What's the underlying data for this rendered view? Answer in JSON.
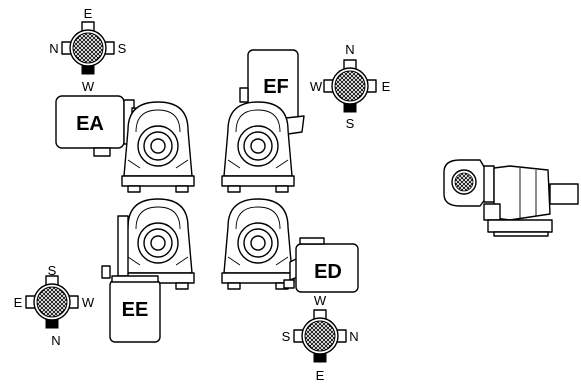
{
  "mounts": {
    "ea": {
      "code": "EA",
      "compass": {
        "top": "E",
        "left": "N",
        "right": "S",
        "bottom": "W"
      }
    },
    "ef": {
      "code": "EF",
      "compass": {
        "top": "N",
        "left": "W",
        "right": "E",
        "bottom": "S"
      }
    },
    "ee": {
      "code": "EE",
      "compass": {
        "top": "S",
        "left": "E",
        "right": "W",
        "bottom": "N"
      }
    },
    "ed": {
      "code": "ED",
      "compass": {
        "top": "W",
        "left": "S",
        "right": "N",
        "bottom": "E"
      }
    }
  },
  "colors": {
    "line": "#000000",
    "background": "#ffffff",
    "hatch": "#000000"
  },
  "icons": [
    "compass-rose-icon",
    "gear-motor-icon",
    "side-view-motor-icon"
  ]
}
